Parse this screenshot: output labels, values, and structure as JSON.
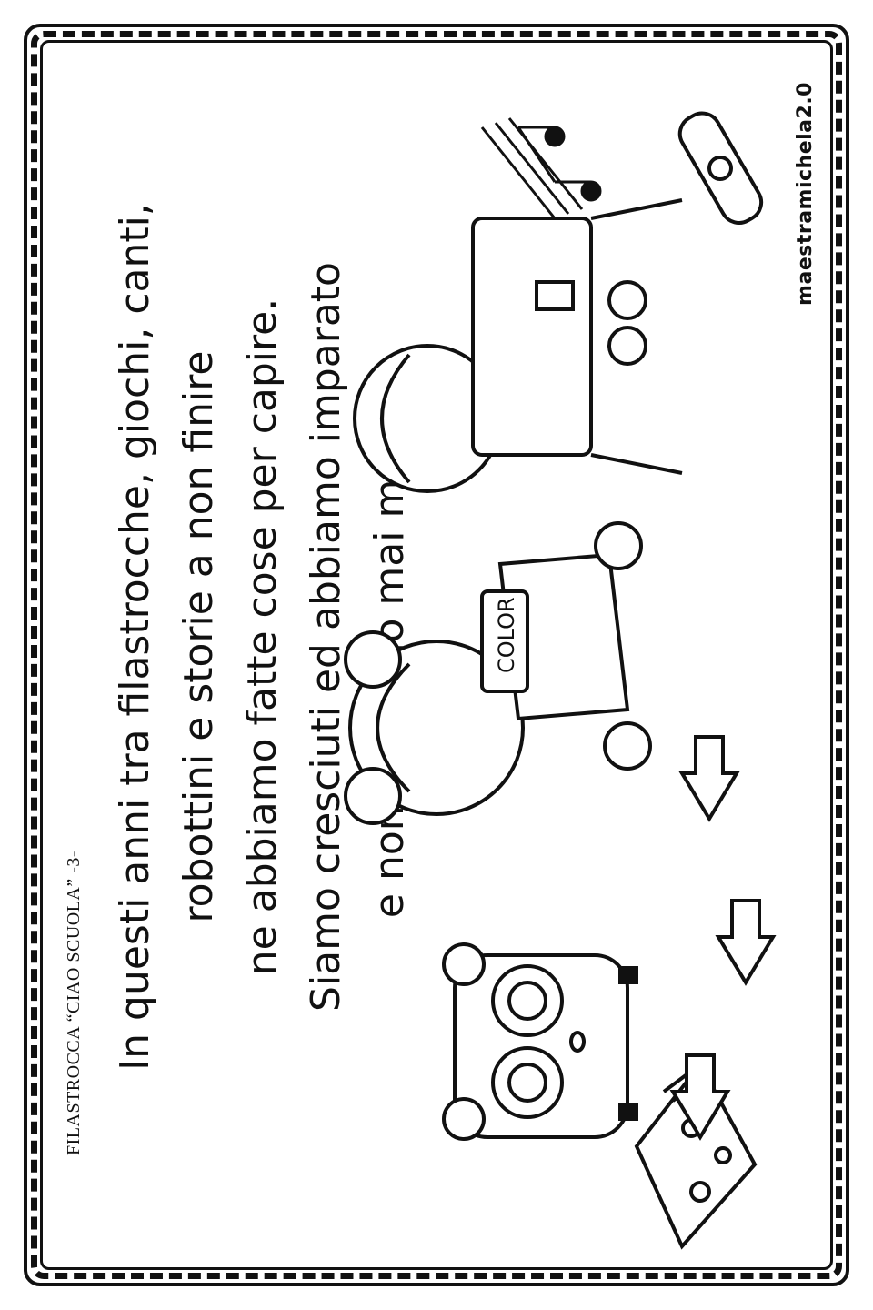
{
  "header": {
    "subtitle": "FILASTROCCA “CIAO SCUOLA” -3-"
  },
  "poem": {
    "lines": [
      "In questi anni tra filastrocche, giochi, canti,",
      "robottini e storie a non finire",
      "ne abbiamo fatte cose per capire.",
      "Siamo cresciuti ed abbiamo imparato",
      "e non abbiamo mai mollato."
    ]
  },
  "illustration": {
    "crayon_box_label": "COLOR"
  },
  "footer": {
    "brand": "maestramichela2.0"
  }
}
